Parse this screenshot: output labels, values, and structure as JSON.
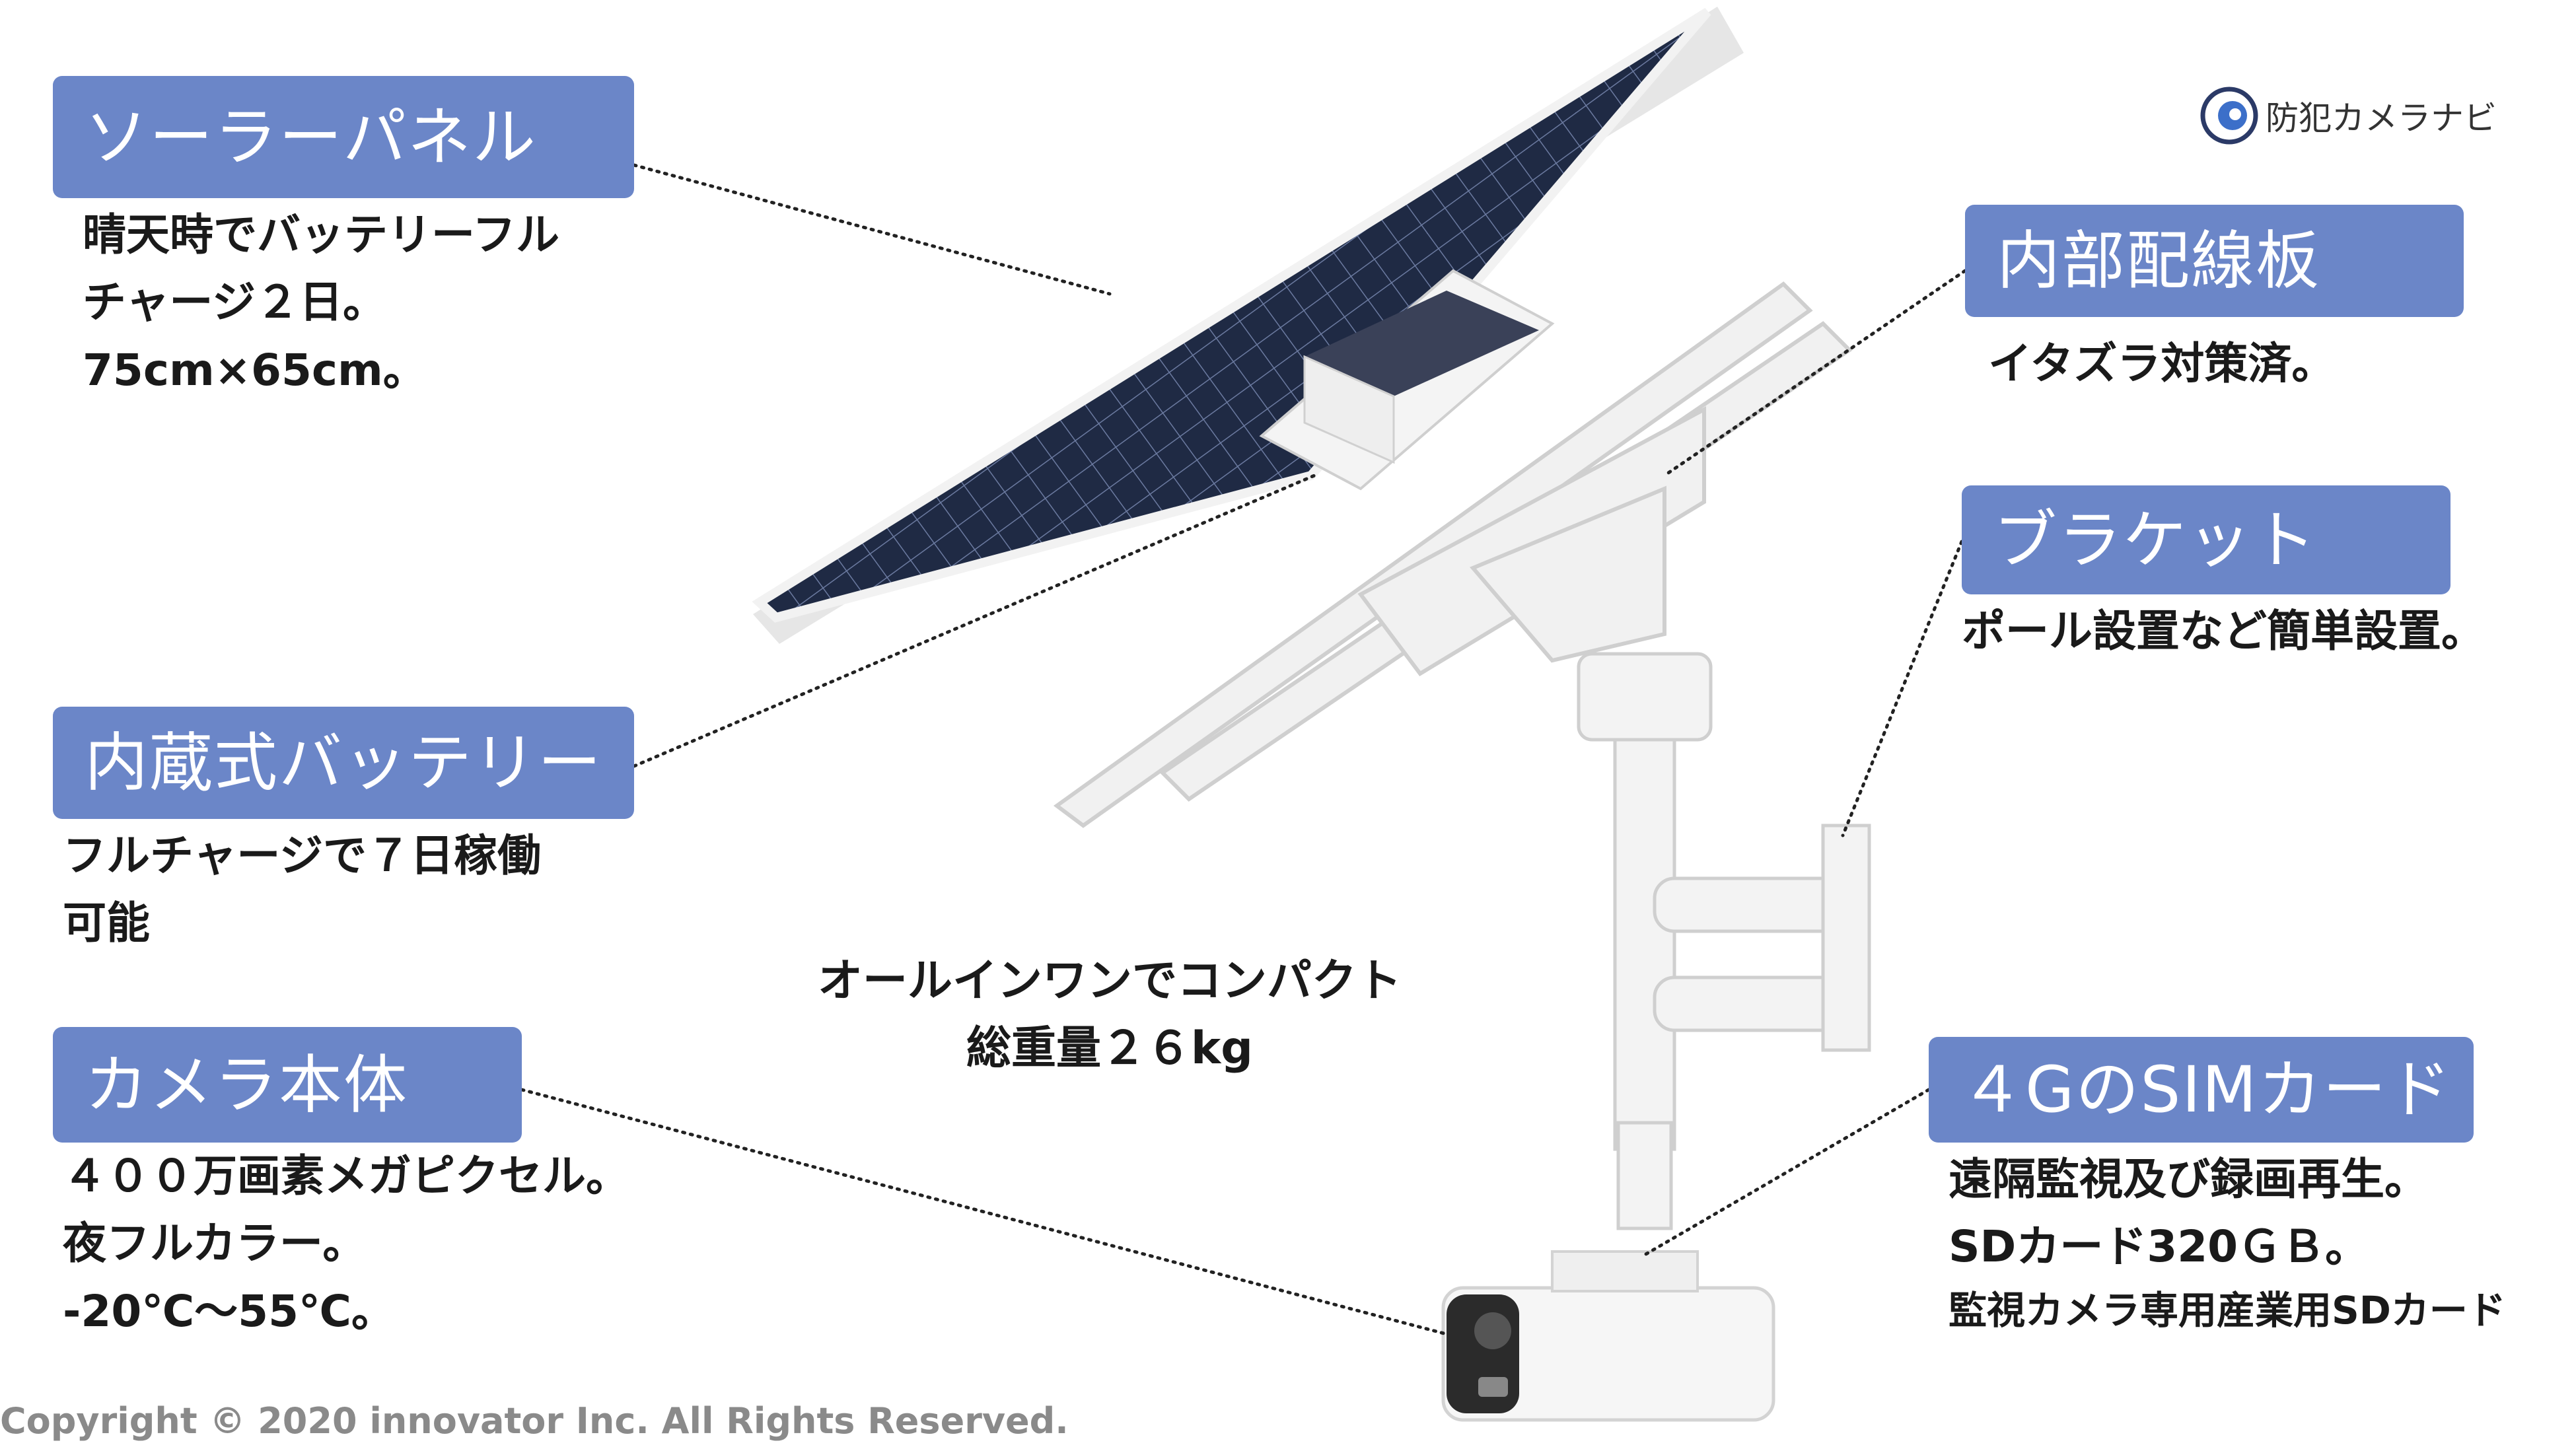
{
  "brand": {
    "name": "防犯カメラナビ",
    "icon": "camera-eye-logo-icon"
  },
  "product": {
    "center_line1": "オールインワンでコンパクト",
    "center_line2": "総重量２６kg"
  },
  "solar_panel": {
    "title": "ソーラーパネル",
    "desc": [
      "晴天時でバッテリーフル",
      "チャージ２日。",
      "75cm×65cm。"
    ]
  },
  "battery": {
    "title": "内蔵式バッテリー",
    "desc": [
      "フルチャージで７日稼働",
      "可能"
    ]
  },
  "camera": {
    "title": "カメラ本体",
    "desc": [
      "４００万画素メガピクセル。",
      "夜フルカラー。",
      "-20℃～55℃。"
    ]
  },
  "wiring": {
    "title": "内部配線板",
    "desc": [
      "イタズラ対策済。"
    ]
  },
  "bracket": {
    "title": "ブラケット",
    "desc": [
      "ポール設置など簡単設置。"
    ]
  },
  "sim": {
    "title": "４GのSIMカード",
    "desc": [
      "遠隔監視及び録画再生。",
      "SDカード320ＧＢ。",
      "監視カメラ専用産業用SDカード"
    ]
  },
  "copyright": "Copyright © 2020 innovator Inc. All Rights Reserved.",
  "colors": {
    "label_bg": "#6b86c8",
    "panel_dark": "#1f2a44",
    "frame": "#ececec"
  }
}
